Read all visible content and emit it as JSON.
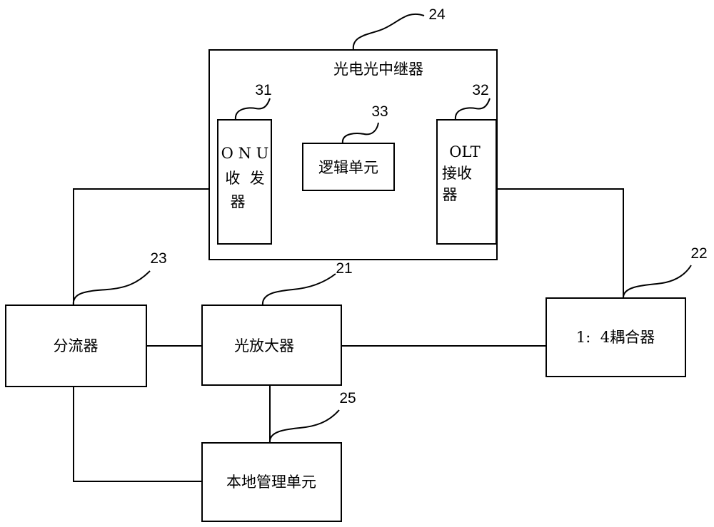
{
  "repeater": {
    "title": "光电光中继器",
    "ref": "24"
  },
  "onu": {
    "line1": "O N U",
    "line2": "收  发",
    "line3": "器",
    "ref": "31"
  },
  "logic": {
    "label": "逻辑单元",
    "ref": "33"
  },
  "olt": {
    "line1": "OLT",
    "line2": "接收",
    "line3": "器",
    "ref": "32"
  },
  "splitter": {
    "label": "分流器",
    "ref": "23"
  },
  "amplifier": {
    "label": "光放大器",
    "ref": "21"
  },
  "coupler": {
    "label": "1:  4耦合器",
    "ref": "22"
  },
  "mgmt": {
    "label": "本地管理单元",
    "ref": "25"
  }
}
